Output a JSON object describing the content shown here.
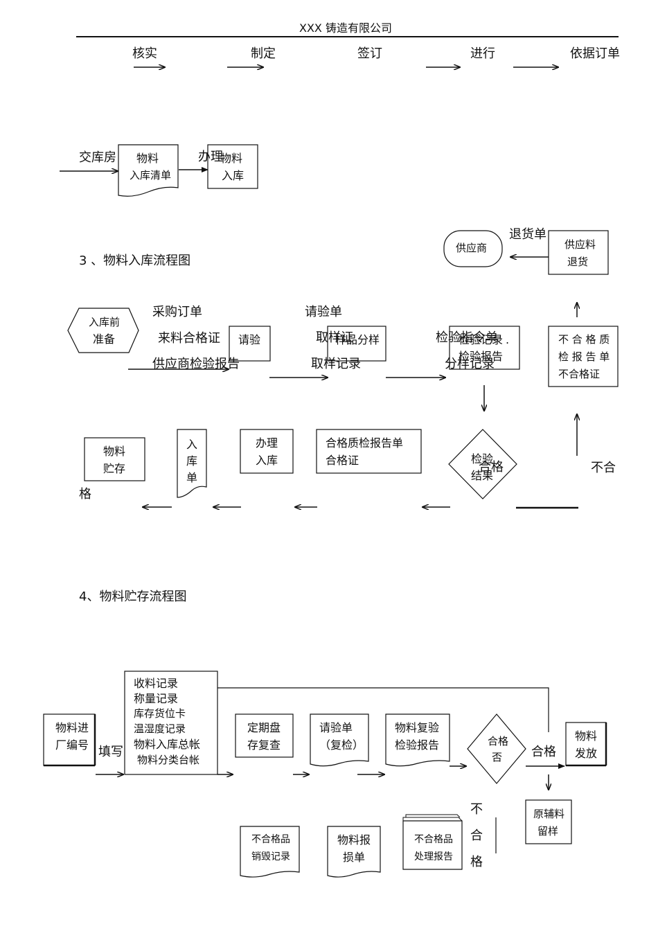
{
  "header": {
    "company": "XXX 铸造有限公司"
  },
  "top_flow": {
    "steps": [
      "核实",
      "制定",
      "签订",
      "进行",
      "依据订单"
    ],
    "hand_over": "交库房",
    "doc1_l1": "物料",
    "doc1_l2": "入库清单",
    "process": "办理",
    "box_l1": "物料",
    "box_l2": "入库"
  },
  "section3": {
    "title": "3 、物料入库流程图",
    "prep_l1": "入库前",
    "prep_l2": "准备",
    "docs_1": "采购订单",
    "docs_2": "来料合格证",
    "docs_3": "供应商检验报告",
    "inspect_request": "请验",
    "doc_request": "请验单",
    "doc_sampling": "取样证",
    "sample_box": "样品分样",
    "doc_sampling_record": "取样记录",
    "check_notice": "检验指令单",
    "check_record": "检验记录",
    "check_report": "检验报告",
    "dot": ".",
    "split_record": "分样记录",
    "decision_l1": "检验",
    "decision_l2": "结果",
    "pass_label": "合格",
    "fail_box_l1": "不 合 格 质",
    "fail_box_l2": "检 报 告 单",
    "fail_box_l3": "不合格证",
    "fail_label": "不合",
    "supplier_return_l1": "供应料",
    "supplier_return_l2": "退货",
    "return_note": "退货单",
    "supplier": "供应商",
    "qc_l1": "合格质检报告单",
    "qc_l2": "合格证",
    "handle_l1": "办理",
    "handle_l2": "入库",
    "receipt": "入库单",
    "storage_l1": "物料",
    "storage_l2": "贮存",
    "grid_char": "格"
  },
  "section4": {
    "title": "4、物料贮存流程图",
    "entry_l1": "物料进",
    "entry_l2": "厂编号",
    "fill": "填写",
    "records": [
      "收料记录",
      "称量记录",
      "库存货位卡",
      "温湿度记录",
      "物料入库总帐",
      "物料分类台帐"
    ],
    "periodic_l1": "定期盘",
    "periodic_l2": "存复查",
    "request_l1": "请验单",
    "request_l2": "（复检）",
    "recheck_l1": "物料复验",
    "recheck_l2": "检验报告",
    "decision_l1": "合格",
    "decision_l2": "否",
    "pass_label": "合格",
    "release_l1": "物料",
    "release_l2": "发放",
    "sample_l1": "原辅料",
    "sample_l2": "留样",
    "fail_vertical": "不合格",
    "destroy_l1": "不合格品",
    "destroy_l2": "销毁记录",
    "damage_l1": "物料报",
    "damage_l2": "损单",
    "handle_l1": "不合格品",
    "handle_l2": "处理报告"
  }
}
